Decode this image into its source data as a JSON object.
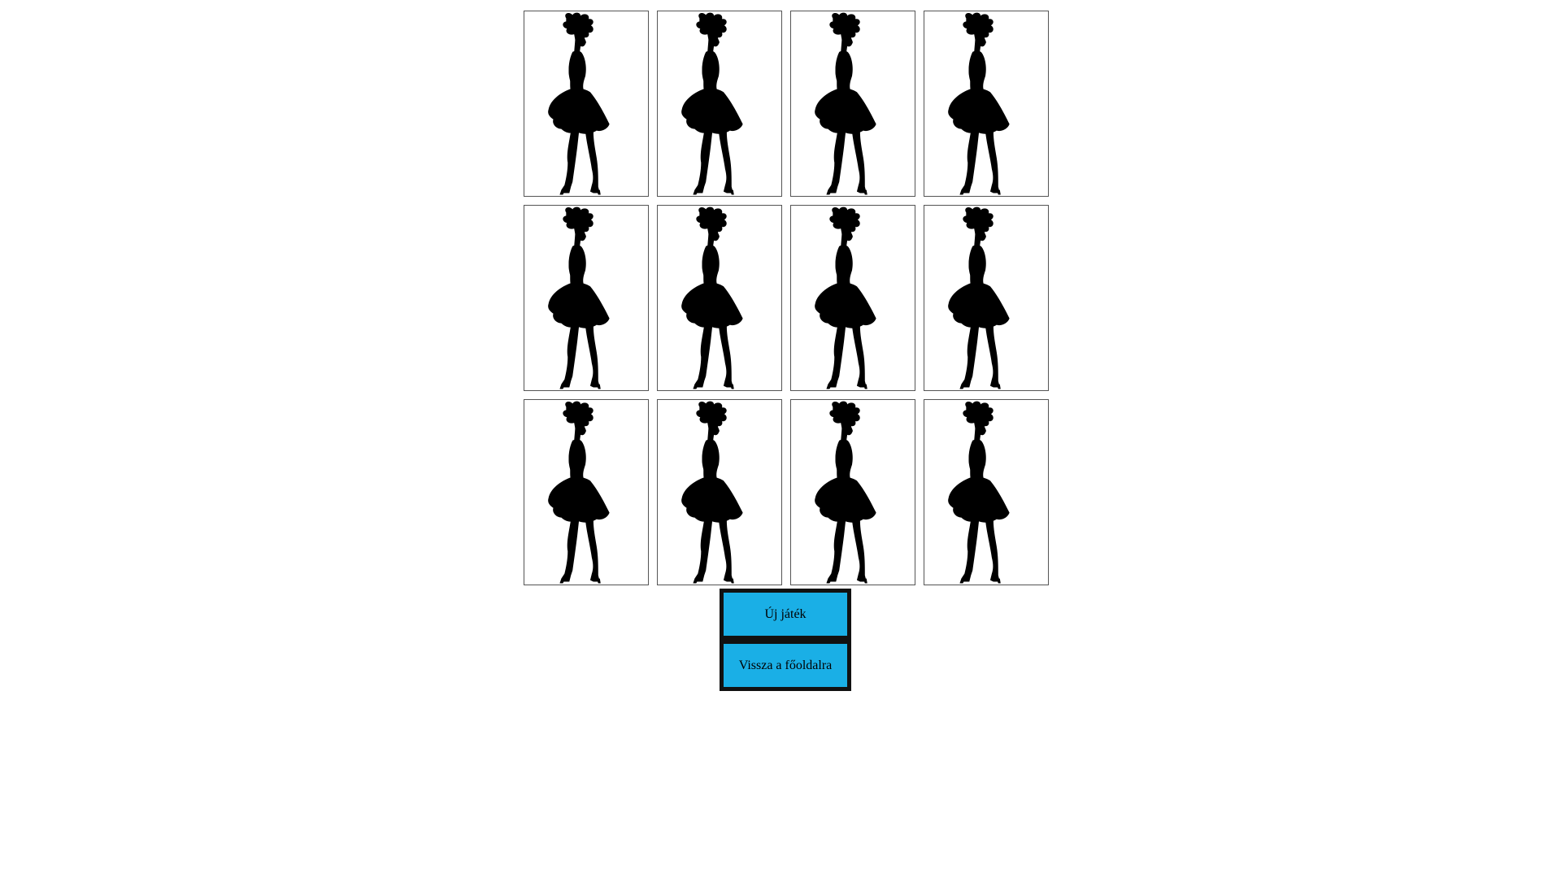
{
  "game": {
    "title": "",
    "cards": [
      {
        "face": "hidden",
        "back_icon": "woman-silhouette-icon"
      },
      {
        "face": "hidden",
        "back_icon": "woman-silhouette-icon"
      },
      {
        "face": "hidden",
        "back_icon": "woman-silhouette-icon"
      },
      {
        "face": "hidden",
        "back_icon": "woman-silhouette-icon"
      },
      {
        "face": "hidden",
        "back_icon": "woman-silhouette-icon"
      },
      {
        "face": "hidden",
        "back_icon": "woman-silhouette-icon"
      },
      {
        "face": "hidden",
        "back_icon": "woman-silhouette-icon"
      },
      {
        "face": "hidden",
        "back_icon": "woman-silhouette-icon"
      },
      {
        "face": "hidden",
        "back_icon": "woman-silhouette-icon"
      },
      {
        "face": "hidden",
        "back_icon": "woman-silhouette-icon"
      },
      {
        "face": "hidden",
        "back_icon": "woman-silhouette-icon"
      },
      {
        "face": "hidden",
        "back_icon": "woman-silhouette-icon"
      }
    ]
  },
  "buttons": {
    "new_game_label": "Új játék",
    "back_home_label": "Vissza a főoldalra"
  },
  "colors": {
    "button_bg": "#1aafe6",
    "button_border": "#111111",
    "card_border": "#555555",
    "silhouette": "#000000"
  }
}
